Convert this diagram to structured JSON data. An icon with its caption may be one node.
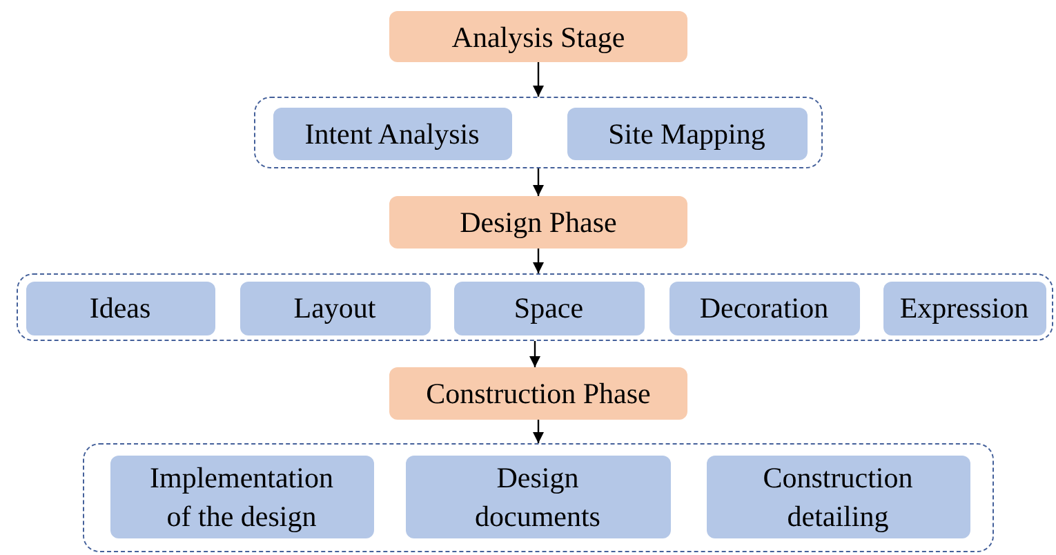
{
  "diagram": {
    "nodes": [
      {
        "text": [
          "Analysis Stage"
        ]
      },
      {
        "text": [],
        "shape": "box"
      },
      {
        "text": [
          "Intent Analysis"
        ],
        "in": 1
      },
      {
        "text": [
          "Site Mapping"
        ],
        "in": 1
      },
      {
        "text": [
          "Design Phase"
        ]
      },
      {
        "text": [],
        "shape": "box"
      },
      {
        "text": [
          "Ideas"
        ],
        "in": 5
      },
      {
        "text": [
          "Layout"
        ],
        "in": 5
      },
      {
        "text": [
          "Space"
        ],
        "in": 5
      },
      {
        "text": [
          "Decoration"
        ],
        "in": 5
      },
      {
        "text": [
          "Expression"
        ],
        "in": 5
      },
      {
        "text": [
          "Construction Phase"
        ]
      },
      {
        "text": [],
        "shape": "box"
      },
      {
        "text": [
          "Implementation of the design"
        ],
        "in": 12
      },
      {
        "text": [
          "Design documents"
        ],
        "in": 12
      },
      {
        "text": [
          "Construction detailing"
        ],
        "in": 12
      }
    ],
    "edges": [
      {
        "from": 0,
        "to": 1,
        "arrow": "to"
      },
      {
        "from": 1,
        "to": 4,
        "arrow": "to"
      },
      {
        "from": 4,
        "to": 5,
        "arrow": "to"
      },
      {
        "from": 5,
        "to": 11,
        "arrow": "to"
      },
      {
        "from": 11,
        "to": 12,
        "arrow": "to"
      }
    ]
  }
}
